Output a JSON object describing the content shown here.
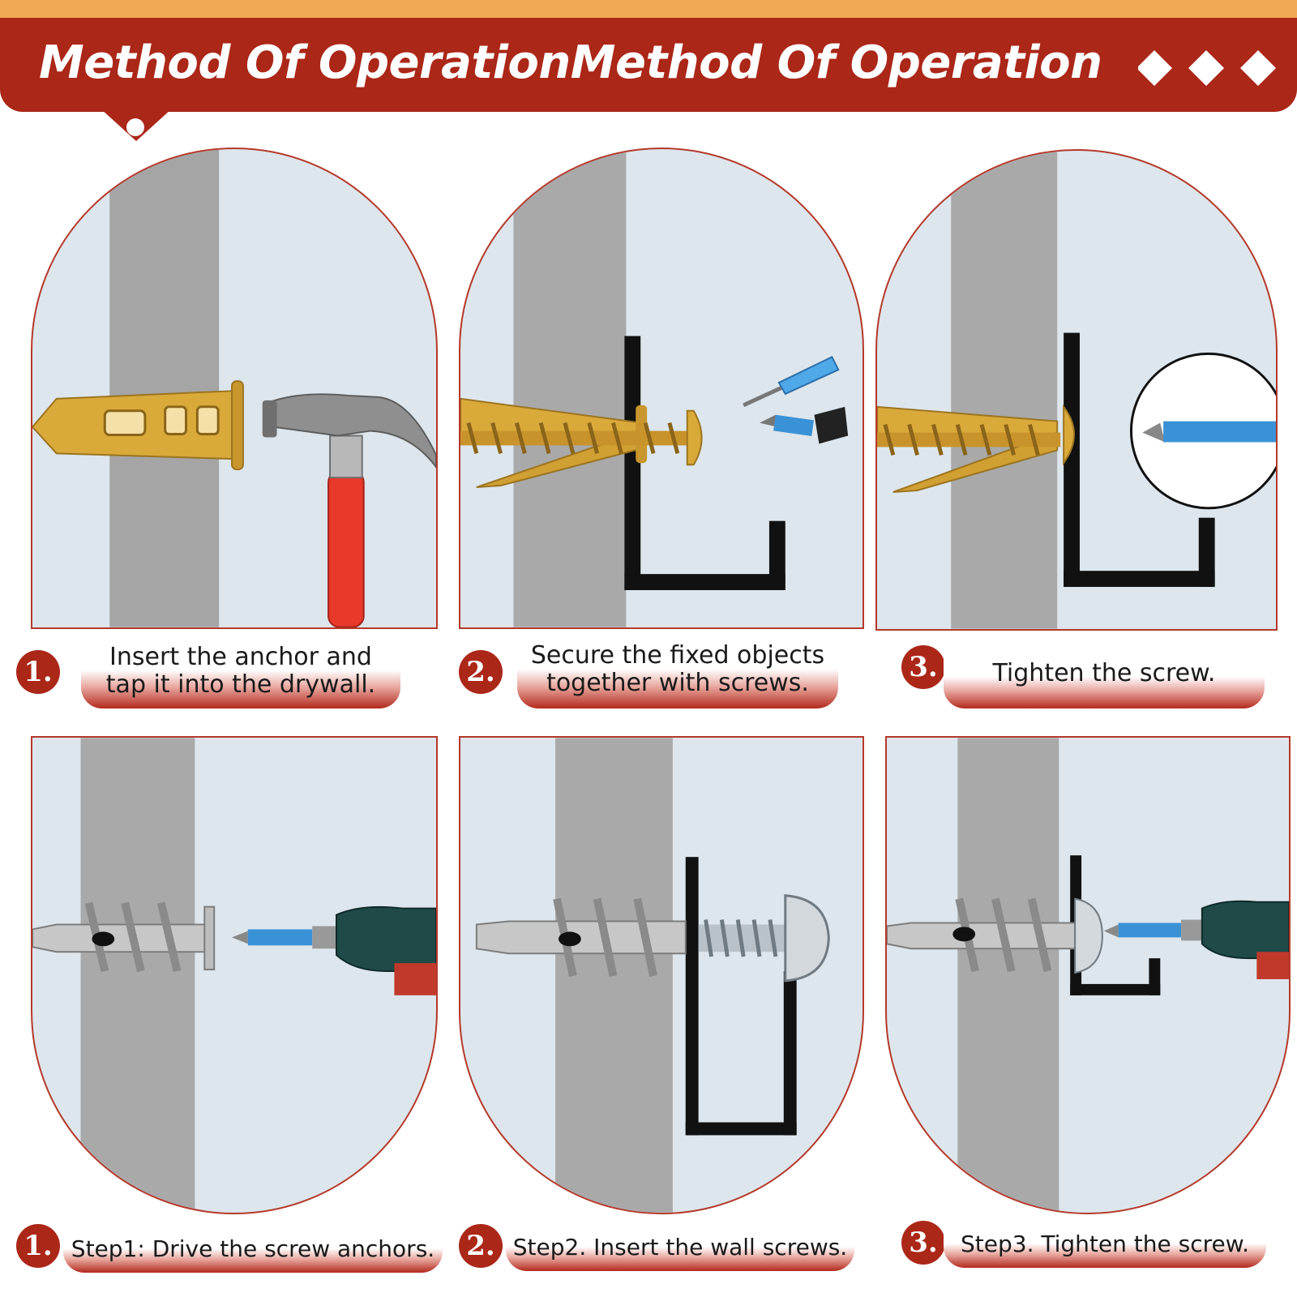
{
  "header": {
    "title": "Method Of OperationMethod Of Operation"
  },
  "colors": {
    "brand_red": "#ab2718",
    "top_orange": "#f2a955",
    "panel_bg": "#dde6ec",
    "wall_gray": "#a9a9a9",
    "hammer_red": "#e8392a",
    "bit_blue": "#3a92d6",
    "brass": "#d9a93a"
  },
  "steps_top": [
    {
      "number": "1.",
      "lines": [
        "Insert the anchor and",
        "tap it into the drywall."
      ]
    },
    {
      "number": "2.",
      "lines": [
        "Secure the fixed objects",
        "together with screws."
      ]
    },
    {
      "number": "3.",
      "lines": [
        "Tighten  the screw."
      ]
    }
  ],
  "steps_bottom": [
    {
      "number": "1.",
      "text": "Step1: Drive the screw anchors."
    },
    {
      "number": "2.",
      "text": "Step2. Insert the wall screws."
    },
    {
      "number": "3.",
      "text": "Step3. Tighten  the screw."
    }
  ],
  "icons": {
    "panel_1": [
      "hammer-icon",
      "brass-anchor-icon"
    ],
    "panel_2": [
      "brass-anchor-icon",
      "screw-icon",
      "screwdriver-icon",
      "screwdriver-bit-icon",
      "bracket-icon"
    ],
    "panel_3": [
      "brass-anchor-icon",
      "bracket-icon",
      "screwdriver-bit-icon"
    ],
    "panel_4": [
      "zinc-anchor-icon",
      "drill-icon"
    ],
    "panel_5": [
      "zinc-anchor-icon",
      "pan-head-screw-icon",
      "bracket-icon"
    ],
    "panel_6": [
      "zinc-anchor-icon",
      "bracket-icon",
      "drill-icon"
    ]
  }
}
